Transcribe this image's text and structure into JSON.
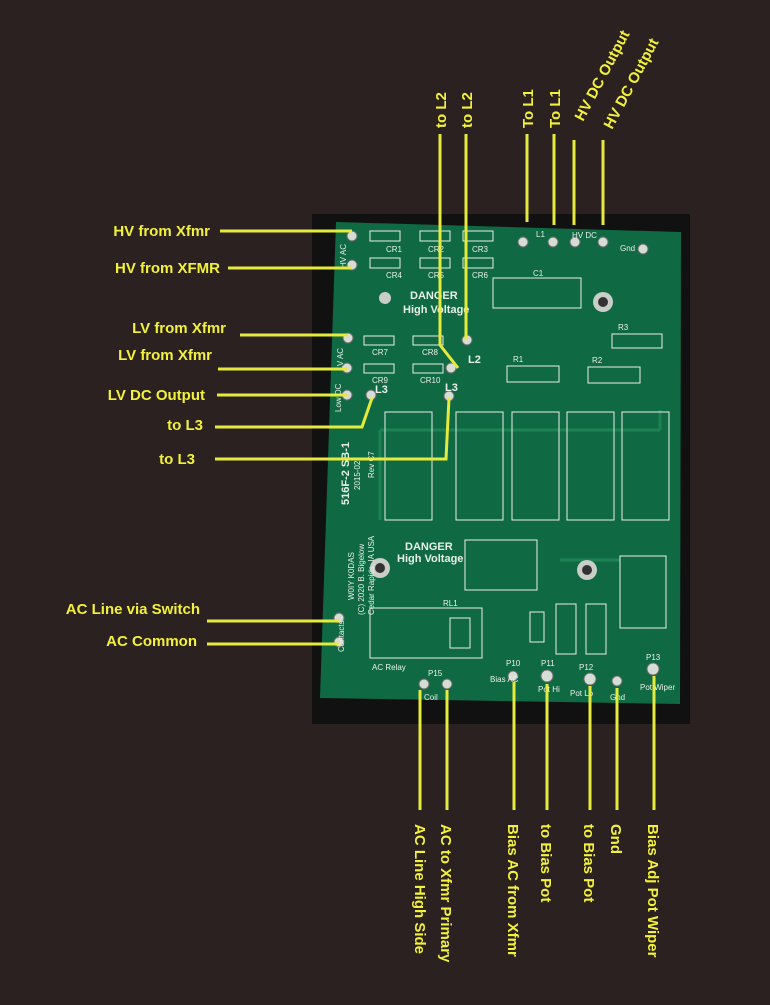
{
  "colors": {
    "background": "#2b2120",
    "board": "#0f6a43",
    "silkscreen": "#e8efe8",
    "label": "#f2f23a",
    "leader": "#e6ea3c"
  },
  "board": {
    "silk": {
      "hv_ac": "HV AC",
      "hv_dc": "HV  DC",
      "gnd": "Gnd",
      "danger1": "DANGER",
      "highvoltage1": "High Voltage",
      "danger2": "DANGER",
      "highvoltage2": "High Voltage",
      "lv_ac": "LV AC",
      "low_dc": "Low DC",
      "l1": "L1",
      "l2": "L2",
      "l3a": "L3",
      "l3b": "L3",
      "c1": "C1",
      "r1": "R1",
      "r2": "R2",
      "r3": "R3",
      "cr1": "CR1",
      "cr2": "CR2",
      "cr3": "CR3",
      "cr4": "CR4",
      "cr5": "CR5",
      "cr6": "CR6",
      "cr7": "CR7",
      "cr8": "CR8",
      "cr9": "CR9",
      "cr10": "CR10",
      "board_id": "516F-2 SB-1",
      "date": "2015-02",
      "rev": "Rev C7",
      "credit1": "W0IY K0DAS",
      "credit2": "(C) 2020 B. Bigelow",
      "credit3": "Cedar Rapids, IA USA",
      "rl1": "RL1",
      "contacts": "Contacts",
      "ac_relay": "AC Relay",
      "coil": "Coil",
      "bias_ac": "Bias AC",
      "pot_hi": "Pot Hi",
      "pot_lo": "Pot Lo",
      "gnd2": "Gnd",
      "pot_wiper": "Pot Wiper",
      "p15": "P15",
      "p10": "P10",
      "p11": "P11",
      "p12": "P12",
      "p13": "P13"
    }
  },
  "labels": {
    "left": [
      "HV from Xfmr",
      "HV from XFMR",
      "LV from Xfmr",
      "LV from Xfmr",
      "LV DC Output",
      "to L3",
      "to L3",
      "AC Line via Switch",
      "AC Common"
    ],
    "top": [
      "to L2",
      "to L2",
      "To L1",
      "To L1",
      "HV DC Output",
      "HV DC Output"
    ],
    "bottom": [
      "AC Line High Side",
      "AC to Xfmr Primary",
      "Bias AC from Xfmr",
      "to Bias Pot",
      "to Bias Pot",
      "Gnd",
      "Bias Adj Pot Wiper"
    ]
  }
}
